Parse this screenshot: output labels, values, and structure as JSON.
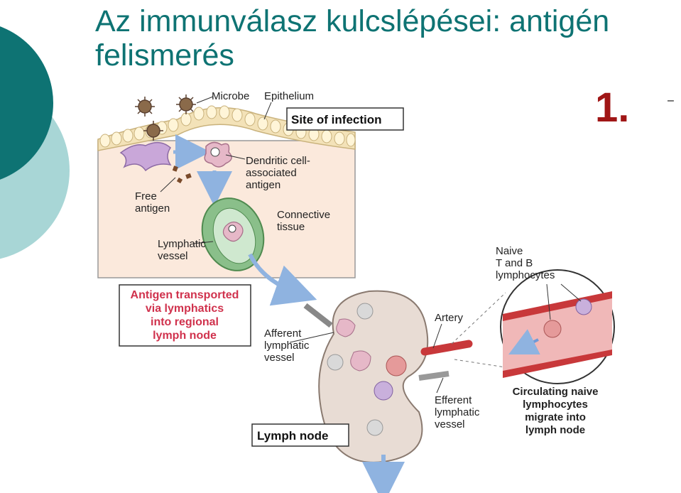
{
  "slide": {
    "title": "Az immunválasz kulcslépései: antigén felismerés",
    "step_number": "1.",
    "corner_mark": "–"
  },
  "diagram": {
    "labels": {
      "microbe": "Microbe",
      "epithelium": "Epithelium",
      "site_of_infection": "Site of infection",
      "dendritic_1": "Dendritic cell-",
      "dendritic_2": "associated",
      "dendritic_3": "antigen",
      "free_antigen_1": "Free",
      "free_antigen_2": "antigen",
      "connective_1": "Connective",
      "connective_2": "tissue",
      "lymphatic_1": "Lymphatic",
      "lymphatic_2": "vessel",
      "transport_1": "Antigen transported",
      "transport_2": "via lymphatics",
      "transport_3": "into regional",
      "transport_4": "lymph node",
      "afferent_1": "Afferent",
      "afferent_2": "lymphatic",
      "afferent_3": "vessel",
      "artery": "Artery",
      "naive_1": "Naive",
      "naive_2": "T and B",
      "naive_3": "lymphocytes",
      "efferent_1": "Efferent",
      "efferent_2": "lymphatic",
      "efferent_3": "vessel",
      "circulating_1": "Circulating naive",
      "circulating_2": "lymphocytes",
      "circulating_3": "migrate into",
      "circulating_4": "lymph node",
      "lymph_node": "Lymph node"
    },
    "colors": {
      "title_teal": "#0e7373",
      "step_red": "#a01616",
      "tissue_fill": "#fbe9dc",
      "lymph_node_fill": "#e8dcd4",
      "arrow_blue": "#8fb3e0",
      "artery_red": "#c8383a",
      "callout_red": "#d0324d"
    }
  }
}
